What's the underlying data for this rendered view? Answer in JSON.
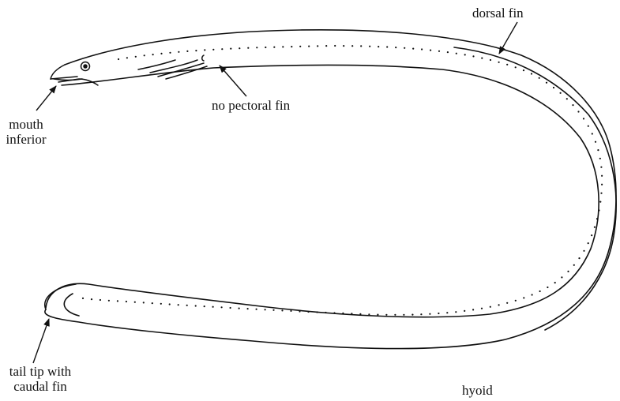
{
  "labels": {
    "dorsal_fin": "dorsal fin",
    "no_pectoral_fin": "no pectoral fin",
    "mouth_line1": "mouth",
    "mouth_line2": "inferior",
    "tail_line1": "tail tip with",
    "tail_line2": "caudal fin",
    "hyoid": "hyoid"
  },
  "colors": {
    "ink": "#111111",
    "background": "#ffffff"
  }
}
